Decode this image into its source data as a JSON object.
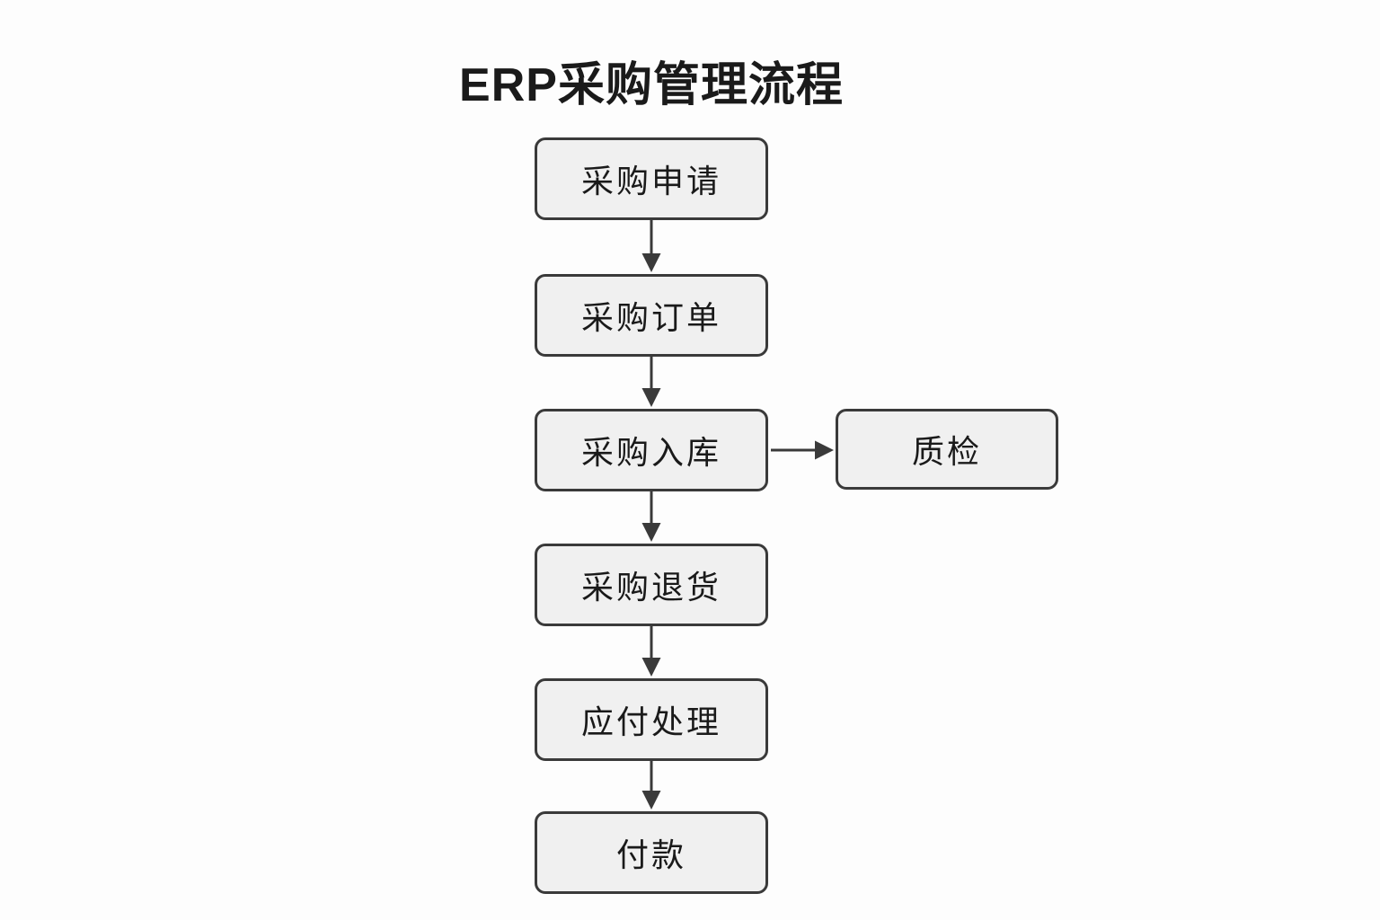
{
  "diagram": {
    "title": "ERP采购管理流程",
    "type": "flowchart",
    "nodes": [
      {
        "id": "purchase-request",
        "label": "采购申请"
      },
      {
        "id": "purchase-order",
        "label": "采购订单"
      },
      {
        "id": "purchase-receipt",
        "label": "采购入库"
      },
      {
        "id": "quality-inspection",
        "label": "质检"
      },
      {
        "id": "purchase-return",
        "label": "采购退货"
      },
      {
        "id": "payable-processing",
        "label": "应付处理"
      },
      {
        "id": "payment",
        "label": "付款"
      }
    ],
    "edges": [
      {
        "from": "采购申请",
        "to": "采购订单",
        "direction": "down"
      },
      {
        "from": "采购订单",
        "to": "采购入库",
        "direction": "down"
      },
      {
        "from": "采购入库",
        "to": "质检",
        "direction": "right"
      },
      {
        "from": "采购入库",
        "to": "采购退货",
        "direction": "down"
      },
      {
        "from": "采购退货",
        "to": "应付处理",
        "direction": "down"
      },
      {
        "from": "应付处理",
        "to": "付款",
        "direction": "down"
      }
    ],
    "colors": {
      "background": "#fdfdfd",
      "node_fill": "#f0f0f0",
      "node_border": "#3a3a3a",
      "arrow": "#3a3a3a",
      "text": "#1a1a1a"
    }
  }
}
